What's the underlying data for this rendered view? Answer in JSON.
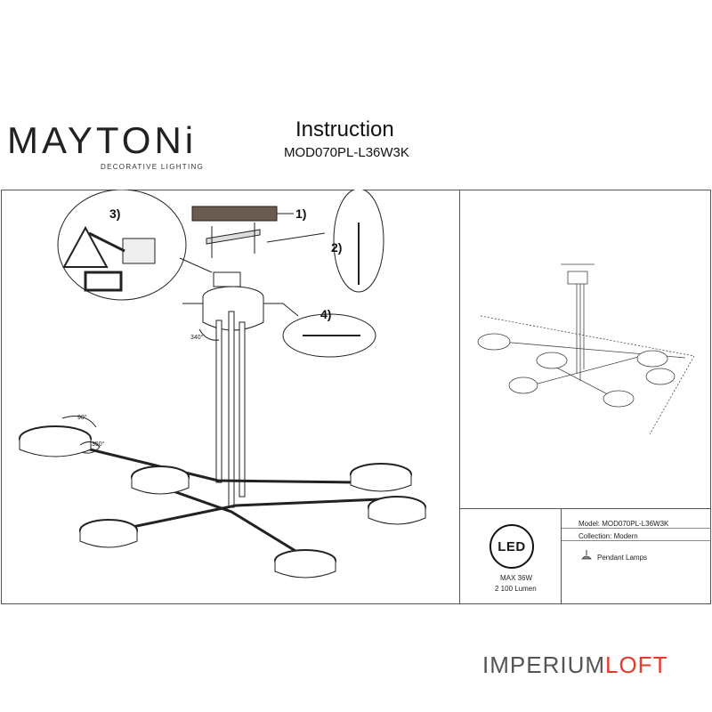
{
  "header": {
    "brand": "MAYTONi",
    "brand_tagline": "DECORATIVE LIGHTING",
    "title": "Instruction",
    "model": "MOD070PL-L36W3K"
  },
  "steps": {
    "step1": "1)",
    "step2": "2)",
    "step3": "3)",
    "step4": "4)"
  },
  "angles": {
    "a340": "340°",
    "a90": "90°",
    "a350": "350°"
  },
  "specs": {
    "led": "LED",
    "max_power": "MAX 36W",
    "lumen": "2 100 Lumen",
    "model_line": "Model: MOD070PL-L36W3K",
    "collection_line": "Collection: Modern",
    "type_line": "Pendant Lamps"
  },
  "footer": {
    "logo_main": "IMPERIUM",
    "logo_accent": "LOFT"
  },
  "colors": {
    "frame": "#555555",
    "footer_accent": "#e23b29",
    "footer_text": "#555555"
  }
}
